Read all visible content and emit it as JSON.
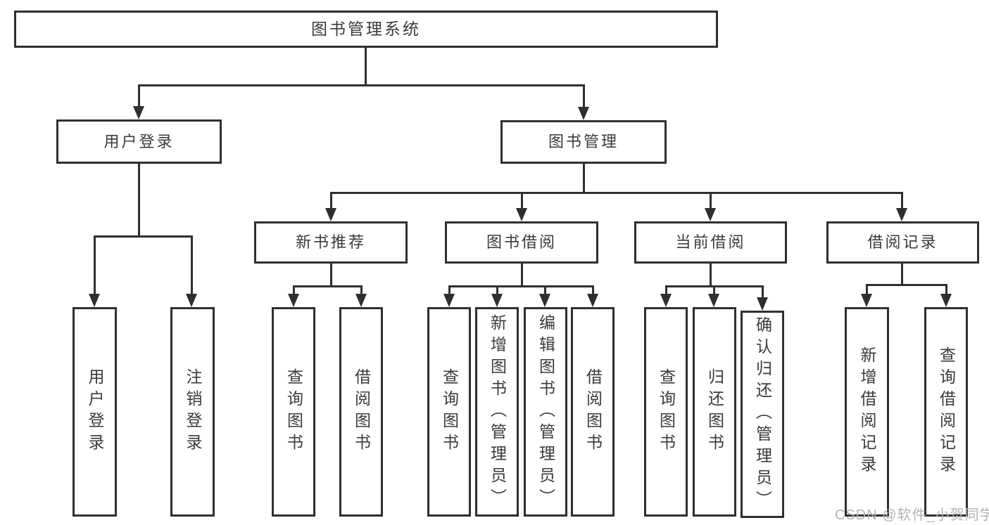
{
  "diagram_title": "图书管理系统",
  "watermark": "CSDN @软件_小贺同学",
  "colors": {
    "line": "#2f2f2f",
    "text": "#3a3a3a",
    "box_background": "#ffffff",
    "watermark": "#b3b3b3"
  },
  "tree": {
    "root": {
      "label": "图书管理系统"
    },
    "branches": [
      {
        "label": "用户登录",
        "children": [
          {
            "label": "用户登录"
          },
          {
            "label": "注销登录"
          }
        ]
      },
      {
        "label": "图书管理",
        "children": [
          {
            "label": "新书推荐",
            "children": [
              {
                "label": "查询图书"
              },
              {
                "label": "借阅图书"
              }
            ]
          },
          {
            "label": "图书借阅",
            "children": [
              {
                "label": "查询图书"
              },
              {
                "label": "新增图书（管理员）"
              },
              {
                "label": "编辑图书（管理员）"
              },
              {
                "label": "借阅图书"
              }
            ]
          },
          {
            "label": "当前借阅",
            "children": [
              {
                "label": "查询图书"
              },
              {
                "label": "归还图书"
              },
              {
                "label": "确认归还（管理员）"
              }
            ]
          },
          {
            "label": "借阅记录",
            "children": [
              {
                "label": "新增借阅记录"
              },
              {
                "label": "查询借阅记录"
              }
            ]
          }
        ]
      }
    ]
  }
}
